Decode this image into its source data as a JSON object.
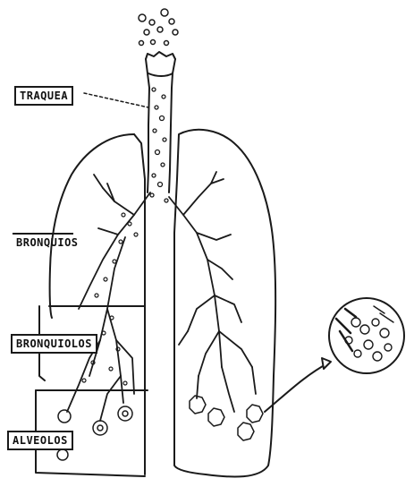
{
  "labels": {
    "traquea": "TRAQUEA",
    "bronquios": "BRONQUIOS",
    "bronquiolos": "BRONQUIOLOS",
    "alveolos": "ALVEOLOS"
  },
  "colors": {
    "ink": "#1a1a1a",
    "background": "#ffffff"
  }
}
